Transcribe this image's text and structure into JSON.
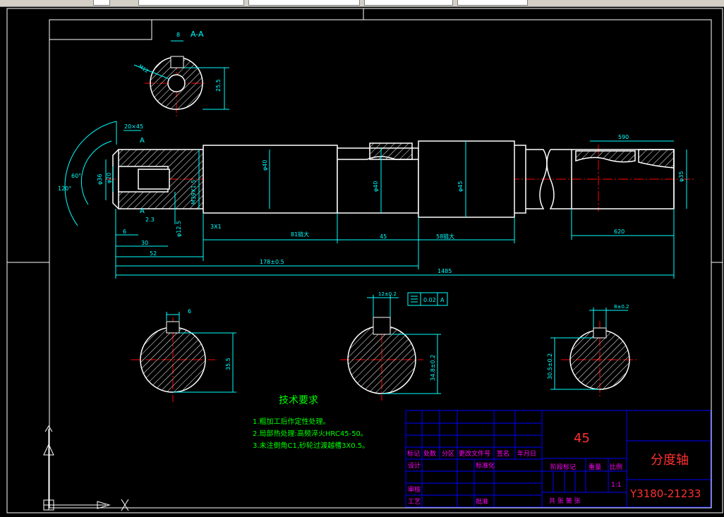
{
  "toolbar": {
    "boxes": [
      "",
      "",
      "",
      "",
      ""
    ]
  },
  "drawing": {
    "section_label": "A-A",
    "section_marker": "A",
    "dims": {
      "keyway_a": "8",
      "thread_small": "M12",
      "depth_25": "25.5",
      "chamfer": "20×45",
      "angle60": "60°",
      "angle120": "120°",
      "dia36": "φ36",
      "dia20": "φ20",
      "m39": "M39X1.5",
      "dia12": "φ12.5",
      "groove": "3X1",
      "dia40a": "φ40",
      "dia40b": "φ40",
      "dia45": "φ45",
      "dia35": "φ35",
      "len81": "81链大",
      "len45": "45",
      "len58": "58链大",
      "len590": "590",
      "len620": "620",
      "len6": "6",
      "len23": "2.3",
      "len30": "30",
      "len52": "52",
      "len178": "178±0.5",
      "len1485": "1485",
      "kw1": "6",
      "kw1_depth": "35.5",
      "kw2": "12±0.2",
      "kw2_depth": "34.8±0.2",
      "tol_flat": "0.02",
      "tol_ref": "A",
      "kw3": "8±0.2",
      "kw3_depth": "30.5±0.2"
    },
    "tech_title": "技术要求",
    "tech_notes": [
      "1.粗加工后作定性处理。",
      "2.局部热处理:高频淬火HRC45-50。",
      "3.未注倒角C1,砂轮过渡越槽3X0.5。"
    ],
    "title_block": {
      "hdr_mark": "标记",
      "hdr_count": "处数",
      "hdr_zone": "分区",
      "hdr_doc": "更改文件号",
      "hdr_sign": "签名",
      "hdr_date": "年月日",
      "design": "设计",
      "standard": "标准化",
      "check": "审核",
      "process": "工艺",
      "approve": "批准",
      "stage": "阶段标记",
      "weight": "重量",
      "scale_lbl": "比例",
      "scale": "1:1",
      "sheets": "共   张 第 张",
      "material": "45",
      "part_name": "分度轴",
      "drawing_no": "Y3180-21233"
    }
  },
  "colors": {
    "border": "#ffffff",
    "outline": "#ffffff",
    "dimension": "#00ffff",
    "centerline": "#ff0000",
    "hatch": "#ffffff",
    "note": "#00ff00",
    "table_line": "#0000ff",
    "table_text": "#ff00ff",
    "title_red": "#ff3030"
  }
}
